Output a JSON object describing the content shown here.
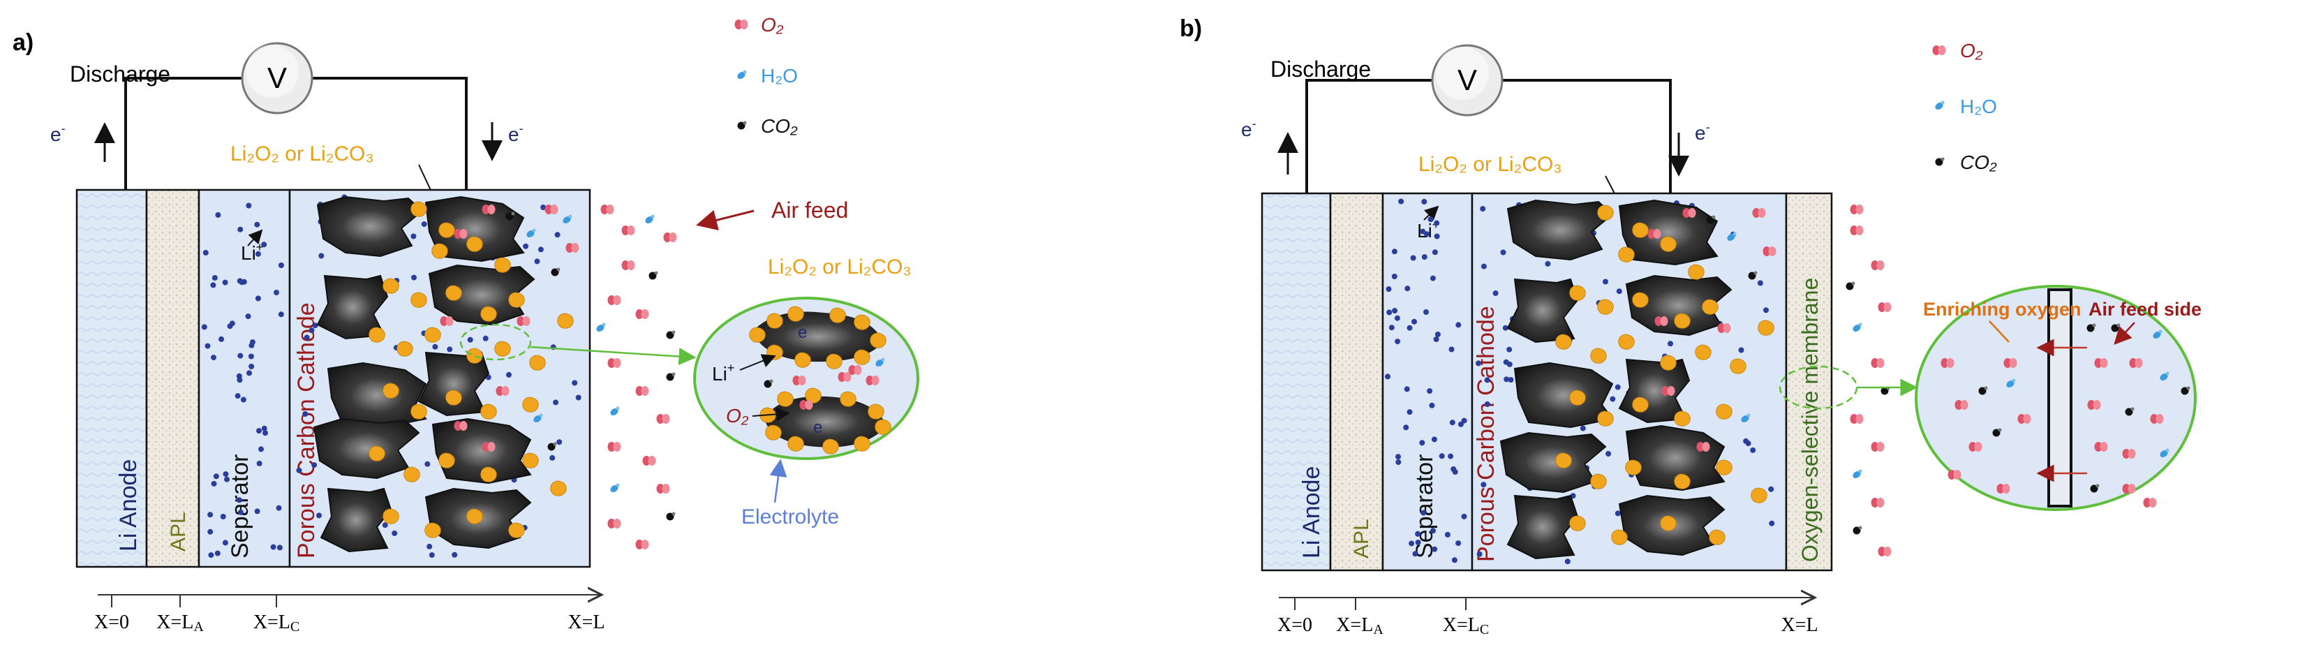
{
  "panels": [
    {
      "label": "a)",
      "discharge": "Discharge",
      "voltmeter": "V",
      "electron": "e",
      "electron_sup": "-",
      "product": "Li₂O₂ or Li₂CO₃",
      "layers": {
        "anode": "Li Anode",
        "apl": "APL",
        "separator": "Separator",
        "cathode": "Porous Carbon Cathode"
      },
      "li_ion": "Li",
      "li_ion_sup": "+",
      "air_feed": "Air feed",
      "inset": {
        "product": "Li₂O₂ or Li₂CO₃",
        "electron": "e",
        "li_ion": "Li",
        "o2": "O₂",
        "electrolyte": "Electrolyte"
      },
      "axis": {
        "x0": "X=0",
        "la": "X=L",
        "la_sub": "A",
        "lc": "X=L",
        "lc_sub": "C",
        "l": "X=L"
      }
    },
    {
      "label": "b)",
      "discharge": "Discharge",
      "voltmeter": "V",
      "electron": "e",
      "electron_sup": "-",
      "product": "Li₂O₂ or Li₂CO₃",
      "layers": {
        "anode": "Li Anode",
        "apl": "APL",
        "separator": "Separator",
        "cathode": "Porous Carbon Cathode",
        "membrane": "Oxygen-selective membrane"
      },
      "li_ion": "Li",
      "li_ion_sup": "+",
      "inset": {
        "enriching": "Enriching oxygen",
        "air_feed_side": "Air feed side"
      },
      "axis": {
        "x0": "X=0",
        "la": "X=L",
        "la_sub": "A",
        "lc": "X=L",
        "lc_sub": "C",
        "l": "X=L"
      }
    }
  ],
  "legend": [
    {
      "label": "O₂",
      "color": "#e0546a"
    },
    {
      "label": "H₂O",
      "color": "#3b9be0"
    },
    {
      "label": "CO₂",
      "color": "#111111"
    }
  ],
  "colors": {
    "anode": "#dce9f7",
    "apl": "#ece8d8",
    "separator": "#dbe6f7",
    "cathode_bg": "#dbe6f7",
    "product": "#f0a51c",
    "carbon": "#2a2a2a",
    "ion_dot": "#2a3e9c",
    "dark_red": "#9b1b1b",
    "green": "#5fbf3c",
    "electrolyte_label": "#5b7fd6",
    "orange_text": "#e07010"
  }
}
